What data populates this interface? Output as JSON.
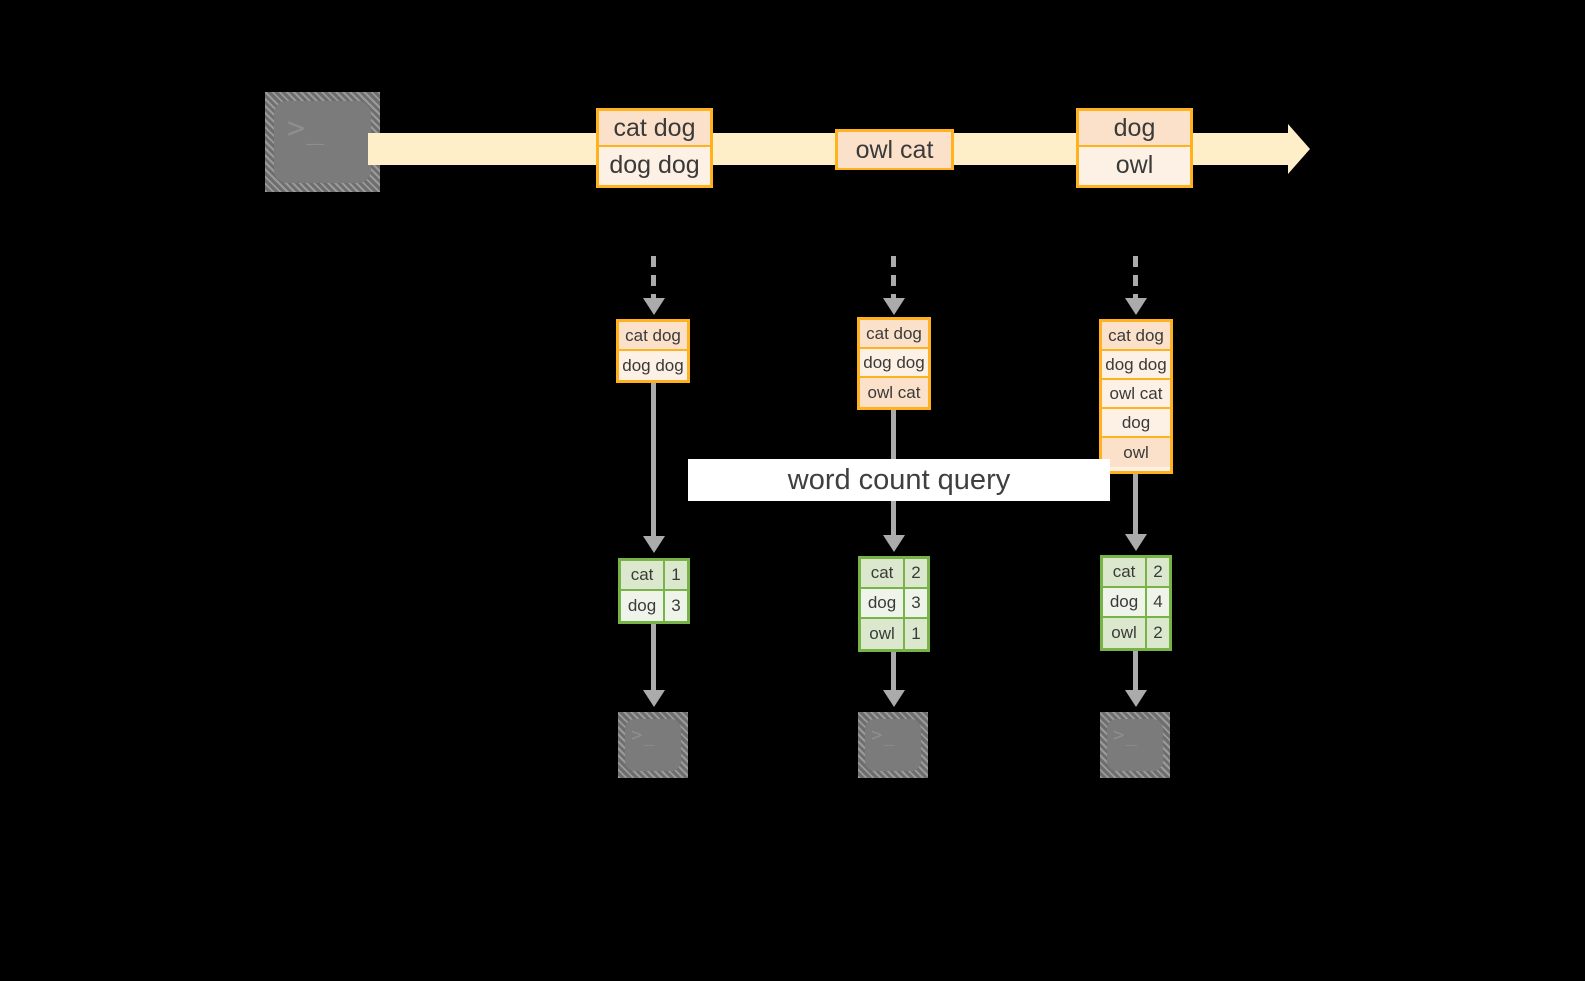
{
  "diagram": {
    "title": "word count query",
    "colors": {
      "background": "#000000",
      "stream": "#FFEFC9",
      "record_border": "#FFB21E",
      "record_fill": "#FDF0E4",
      "record_fill_alt": "#FBE1CA",
      "table_border": "#77B347",
      "table_fill": "#EFF4EA",
      "table_fill_alt": "#DCE8CE",
      "connector": "#ABABAB",
      "terminal": "#7B7B7B",
      "label_bg": "#FFFFFF",
      "text": "#3A3A3A"
    },
    "source": {
      "icon": "terminal-icon",
      "prompt": ">_"
    },
    "stream_records": [
      {
        "id": "record-1",
        "lines": [
          "cat dog",
          "dog dog"
        ]
      },
      {
        "id": "record-2",
        "lines": [
          "owl cat"
        ]
      },
      {
        "id": "record-3",
        "lines": [
          "dog",
          "owl"
        ]
      }
    ],
    "snapshots": [
      {
        "id": "snapshot-1",
        "lines": [
          "cat dog",
          "dog dog"
        ],
        "result": {
          "rows": [
            {
              "word": "cat",
              "count": "1"
            },
            {
              "word": "dog",
              "count": "3"
            }
          ]
        },
        "sink": {
          "icon": "terminal-icon",
          "prompt": ">_"
        }
      },
      {
        "id": "snapshot-2",
        "lines": [
          "cat dog",
          "dog dog",
          "owl cat"
        ],
        "result": {
          "rows": [
            {
              "word": "cat",
              "count": "2"
            },
            {
              "word": "dog",
              "count": "3"
            },
            {
              "word": "owl",
              "count": "1"
            }
          ]
        },
        "sink": {
          "icon": "terminal-icon",
          "prompt": ">_"
        }
      },
      {
        "id": "snapshot-3",
        "lines": [
          "cat dog",
          "dog dog",
          "owl cat",
          "dog",
          "owl"
        ],
        "result": {
          "rows": [
            {
              "word": "cat",
              "count": "2"
            },
            {
              "word": "dog",
              "count": "4"
            },
            {
              "word": "owl",
              "count": "2"
            }
          ]
        },
        "sink": {
          "icon": "terminal-icon",
          "prompt": ">_"
        }
      }
    ]
  }
}
